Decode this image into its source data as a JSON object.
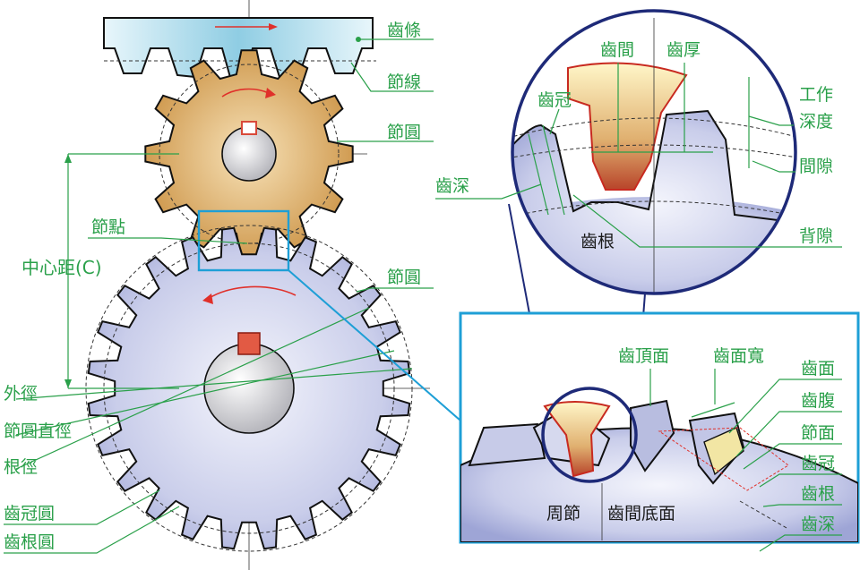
{
  "labels": {
    "rack": "齒條",
    "pitch_line": "節線",
    "pitch_circle_top": "節圓",
    "pitch_point": "節點",
    "center_distance": "中心距(C)",
    "pitch_circle_bottom": "節圓",
    "outside_diameter": "外徑",
    "pitch_diameter": "節圓直徑",
    "root_diameter": "根徑",
    "addendum_circle": "齒冠圓",
    "dedendum_circle": "齒根圓",
    "tooth_space": "齒間",
    "tooth_thickness": "齒厚",
    "addendum": "齒冠",
    "working_depth_1": "工作",
    "working_depth_2": "深度",
    "whole_depth": "齒深",
    "clearance": "間隙",
    "dedendum": "齒根",
    "backlash": "背隙",
    "top_land": "齒頂面",
    "face_width": "齒面寬",
    "tooth_face": "齒面",
    "tooth_flank": "齒腹",
    "pitch_surface": "節面",
    "addendum_2": "齒冠",
    "dedendum_2": "齒根",
    "whole_depth_2": "齒深",
    "circular_pitch": "周節",
    "bottom_land": "齒間底面"
  },
  "colors": {
    "label_green": "#2aa04a",
    "frame_blue": "#1e9fd6",
    "gear_blue": "#c9cdea",
    "gear_gold": "#d9a45a",
    "rack_cyan": "#9fd3e6",
    "arrow_red": "#e0302a",
    "key_red": "#d94a3a",
    "navy": "#1e2a78"
  },
  "icons": {
    "rotation_arrows": "curved-arrow-icon",
    "keyway": "key-slot-icon"
  }
}
